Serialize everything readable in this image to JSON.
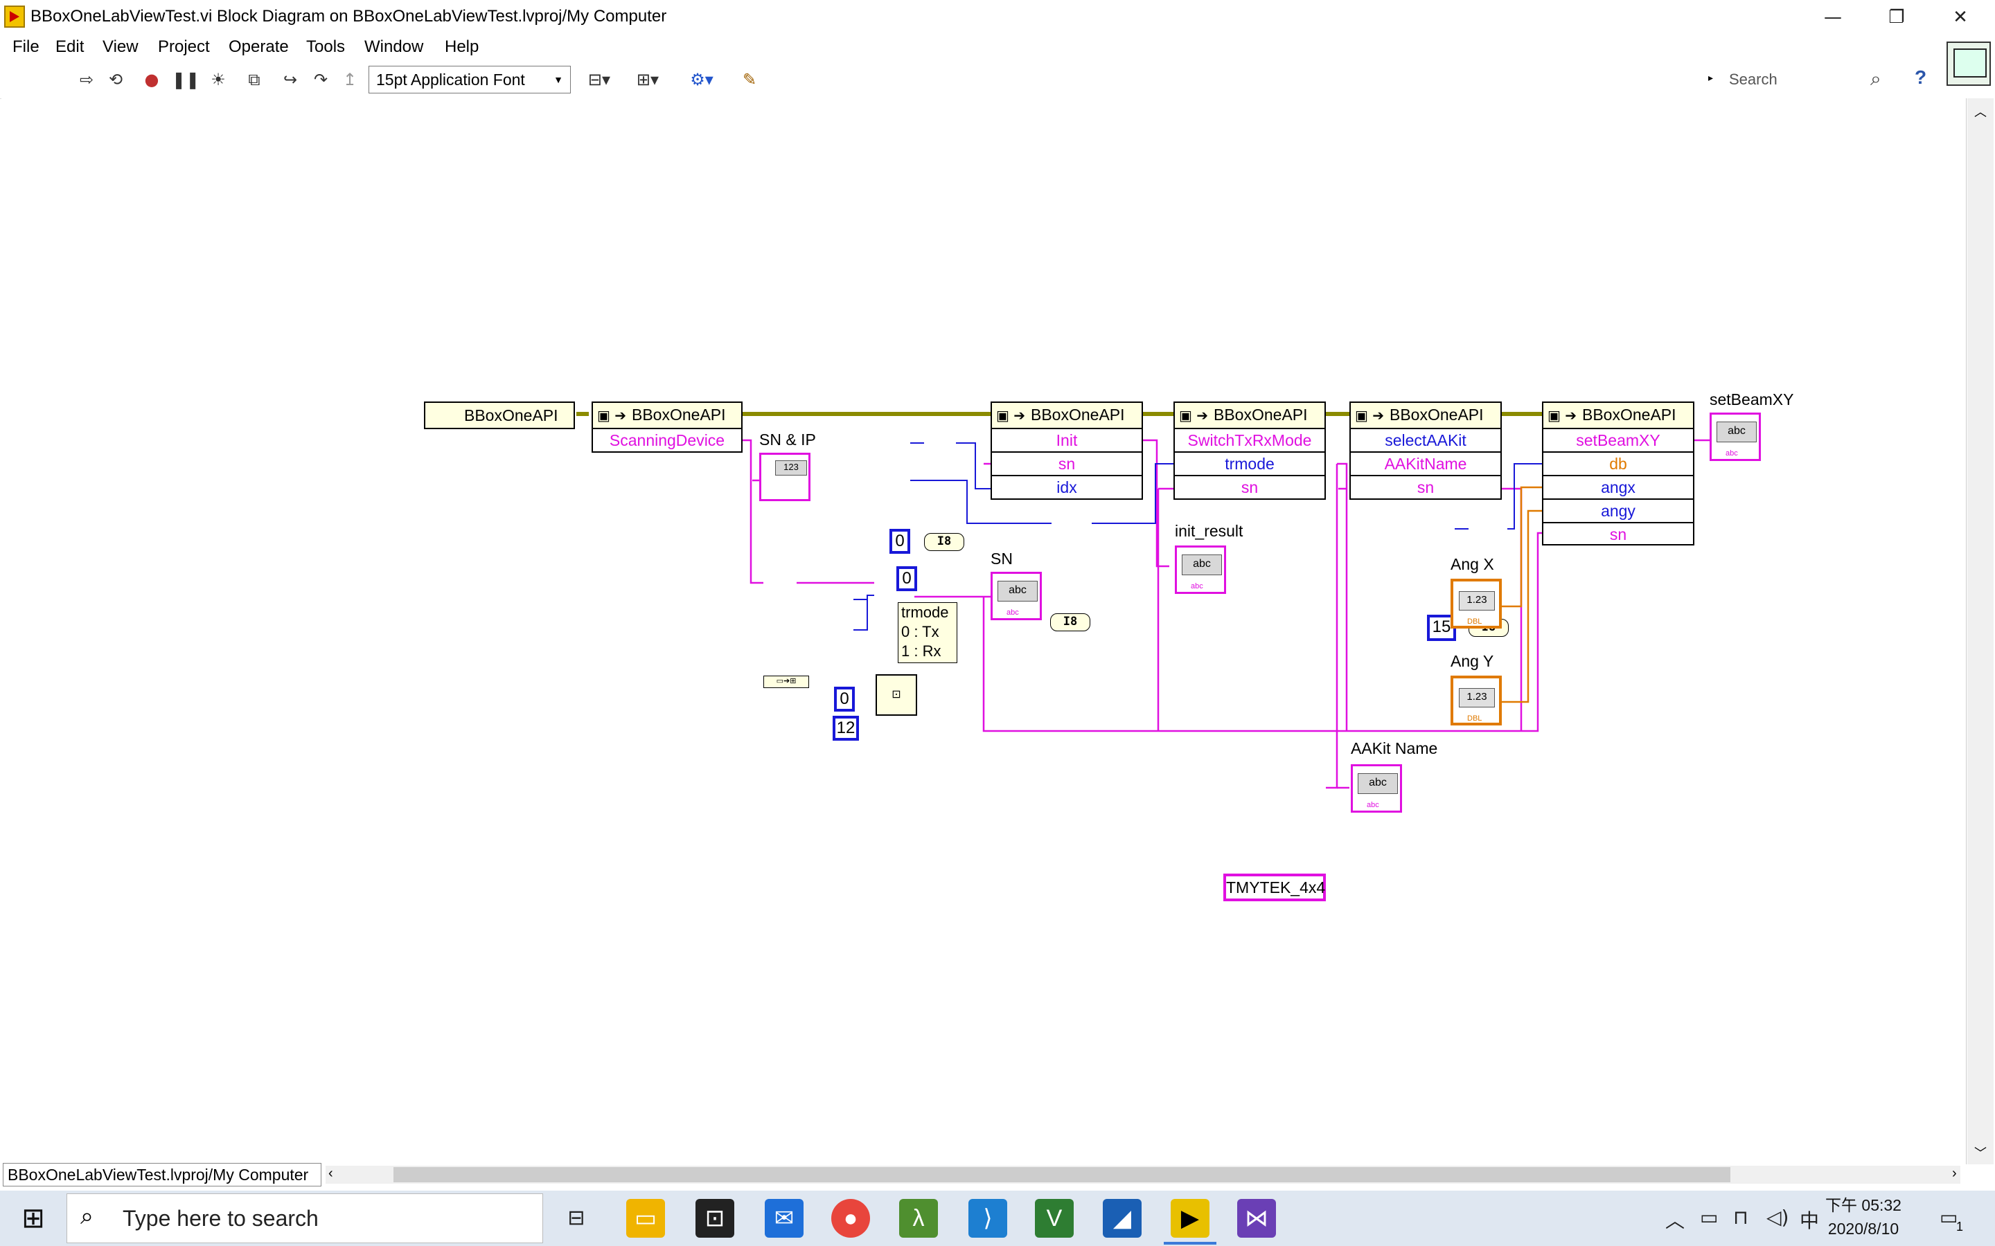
{
  "window": {
    "title": "BBoxOneLabViewTest.vi Block Diagram on BBoxOneLabViewTest.lvproj/My Computer",
    "minimize": "—",
    "restore": "❐",
    "close": "✕"
  },
  "menu": [
    "File",
    "Edit",
    "View",
    "Project",
    "Operate",
    "Tools",
    "Window",
    "Help"
  ],
  "toolbar": {
    "font": "15pt Application Font",
    "search_placeholder": "Search"
  },
  "diagram": {
    "nodes": {
      "constructor": "BBoxOneAPI",
      "scan": {
        "title": "BBoxOneAPI",
        "method": "ScanningDevice"
      },
      "init": {
        "title": "BBoxOneAPI",
        "method": "Init",
        "params": [
          "sn",
          "idx"
        ]
      },
      "switch": {
        "title": "BBoxOneAPI",
        "method": "SwitchTxRxMode",
        "params": [
          "trmode",
          "sn"
        ]
      },
      "select": {
        "title": "BBoxOneAPI",
        "method": "selectAAKit",
        "params": [
          "AAKitName",
          "sn"
        ]
      },
      "beam": {
        "title": "BBoxOneAPI",
        "method": "setBeamXY",
        "params": [
          "db",
          "angx",
          "angy",
          "sn"
        ]
      }
    },
    "labels": {
      "sn_ip": "SN & IP",
      "sn": "SN",
      "init_result": "init_result",
      "ang_x": "Ang X",
      "ang_y": "Ang Y",
      "aakit_name": "AAKit Name",
      "setbeam": "setBeamXY"
    },
    "constants": {
      "c0a": "0",
      "c0b": "0",
      "c0c": "0",
      "c12": "12",
      "c15": "15",
      "tmytek": "TMYTEK_4x4",
      "i8": "I8"
    },
    "trmode_note": [
      "trmode",
      "0 : Tx",
      "1 : Rx"
    ],
    "indicator_text": "abc",
    "numeric_text": "1.23",
    "dbl": "DBL"
  },
  "status": {
    "path": "BBoxOneLabViewTest.lvproj/My Computer"
  },
  "taskbar": {
    "search": "Type here to search",
    "time": "下午 05:32",
    "date": "2020/8/10",
    "ime": "中",
    "notification_count": "1"
  }
}
